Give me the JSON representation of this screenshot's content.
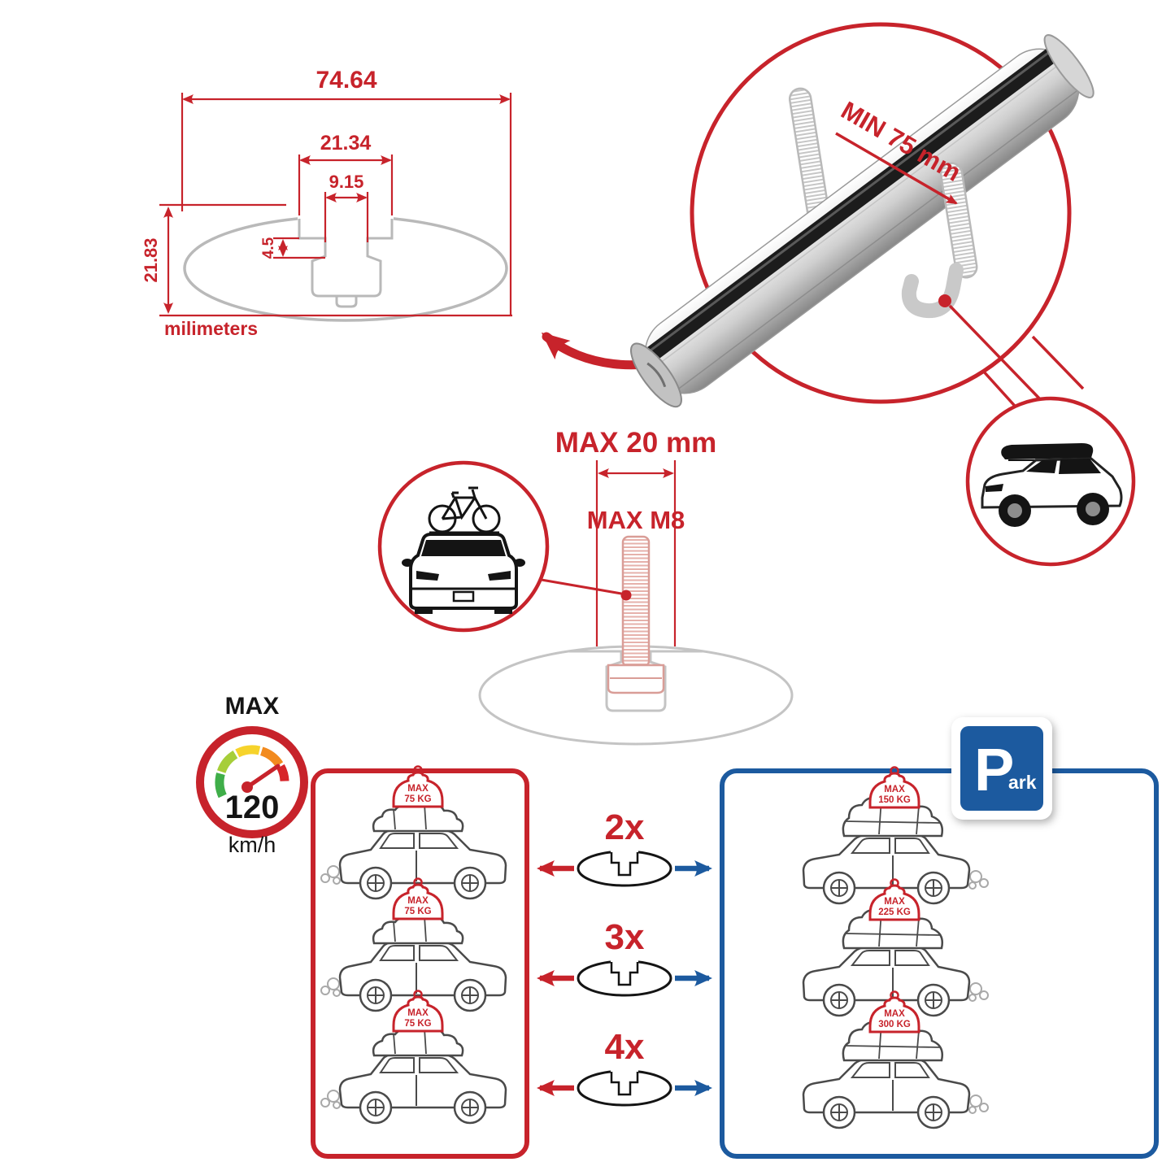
{
  "profile_dims": {
    "total_width": "74.64",
    "channel_width": "21.34",
    "slot_width": "9.15",
    "step_depth": "4.5",
    "total_height": "21.83",
    "unit": "milimeters"
  },
  "clamp": {
    "min_label": "MIN 75 mm"
  },
  "bolt": {
    "max_length": "MAX 20 mm",
    "max_thread": "MAX M8"
  },
  "speedometer": {
    "title": "MAX",
    "value": "120",
    "unit": "km/h"
  },
  "park_sign": {
    "initial": "P",
    "rest": "ark"
  },
  "capacity": {
    "rows": [
      {
        "count": "2x",
        "left_max": "MAX",
        "left_kg": "75 KG",
        "right_max": "MAX",
        "right_kg": "150 KG"
      },
      {
        "count": "3x",
        "left_max": "MAX",
        "left_kg": "75 KG",
        "right_max": "MAX",
        "right_kg": "225 KG"
      },
      {
        "count": "4x",
        "left_max": "MAX",
        "left_kg": "75 KG",
        "right_max": "MAX",
        "right_kg": "300 KG"
      }
    ]
  },
  "colors": {
    "red": "#c7232b",
    "blue": "#1c5a9f",
    "sketch_gray": "#b9b9b9",
    "bar_dark": "#1c1c1c"
  }
}
